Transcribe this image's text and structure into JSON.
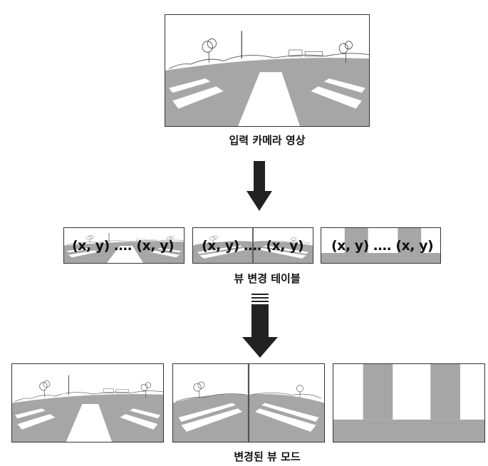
{
  "captions": {
    "input": "입력 카메라 영상",
    "table": "뷰 변경 테이블",
    "output": "변경된 뷰 모드"
  },
  "tables": [
    {
      "left": "(x, y)",
      "dots": "….",
      "right": "(x, y)"
    },
    {
      "left": "(x, y)",
      "dots": "….",
      "right": "(x, y)"
    },
    {
      "left": "(x, y)",
      "dots": "….",
      "right": "(x, y)"
    }
  ],
  "colors": {
    "road": "#a6a6a6",
    "line": "#333333",
    "marking": "#ffffff"
  },
  "icons": [
    "down-arrow-icon",
    "triple-line-down-arrow-icon"
  ]
}
